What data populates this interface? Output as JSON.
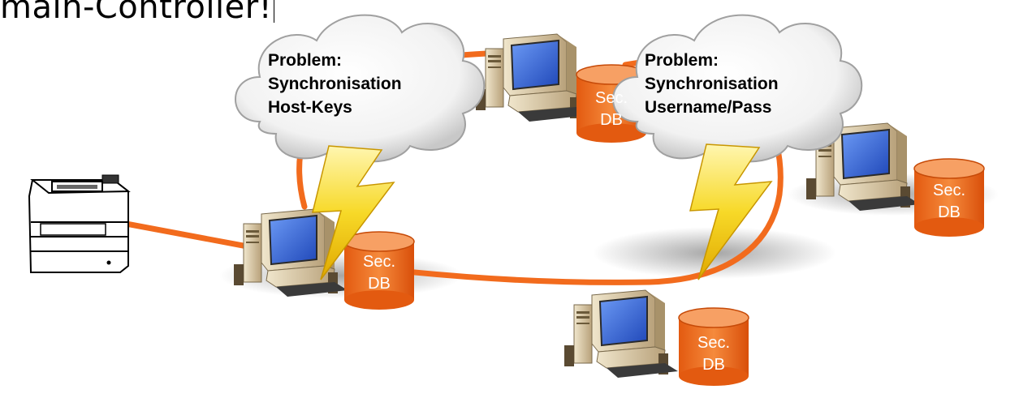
{
  "title": "main-Controller!",
  "clouds": [
    {
      "line1": "Problem:",
      "line2": "Synchronisation",
      "line3": "Host-Keys"
    },
    {
      "line1": "Problem:",
      "line2": "Synchronisation",
      "line3": "Username/Pass"
    }
  ],
  "databases": [
    {
      "line1": "Sec.",
      "line2": "DB"
    },
    {
      "line1": "Sec.",
      "line2": "DB"
    },
    {
      "line1": "Sec.",
      "line2": "DB"
    },
    {
      "line1": "Sec.",
      "line2": "DB"
    }
  ],
  "colors": {
    "connection": "#f26b1d",
    "db_body": "#f26b1d",
    "lightning": "#f5d21b",
    "monitor_screen": "#3d6fe0",
    "computer_case": "#d8c9a8"
  }
}
